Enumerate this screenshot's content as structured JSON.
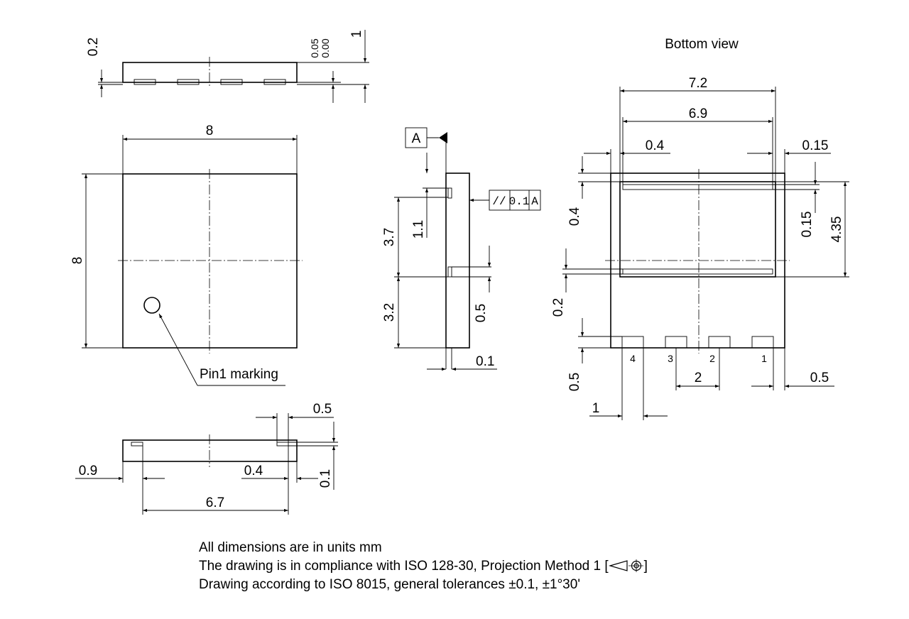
{
  "titles": {
    "bottom_view": "Bottom view"
  },
  "labels": {
    "pin1": "Pin1 marking",
    "datum": "A",
    "fcf_symbol": "//",
    "fcf_tol": "0.1",
    "fcf_datum": "A"
  },
  "dims": {
    "top_02": "0.2",
    "top_005": "0.05",
    "top_000": "0.00",
    "top_1": "1",
    "top_w8": "8",
    "top_h8": "8",
    "side_37": "3.7",
    "side_11": "1.1",
    "side_32": "3.2",
    "side_05": "0.5",
    "side_01": "0.1",
    "bv_72": "7.2",
    "bv_69": "6.9",
    "bv_04a": "0.4",
    "bv_015a": "0.15",
    "bv_04b": "0.4",
    "bv_015b": "0.15",
    "bv_435": "4.35",
    "bv_02": "0.2",
    "bv_05a": "0.5",
    "bv_2": "2",
    "bv_05b": "0.5",
    "bv_1": "1",
    "bot_05": "0.5",
    "bot_09": "0.9",
    "bot_04": "0.4",
    "bot_01": "0.1",
    "bot_67": "6.7"
  },
  "pins": [
    "4",
    "3",
    "2",
    "1"
  ],
  "notes": {
    "line1": "All dimensions are in units mm",
    "line2_pre": "The drawing is in compliance with ISO 128-30, Projection Method 1 [",
    "line2_post": "]",
    "line3": "Drawing according to ISO 8015, general tolerances ±0.1, ±1°30'"
  }
}
